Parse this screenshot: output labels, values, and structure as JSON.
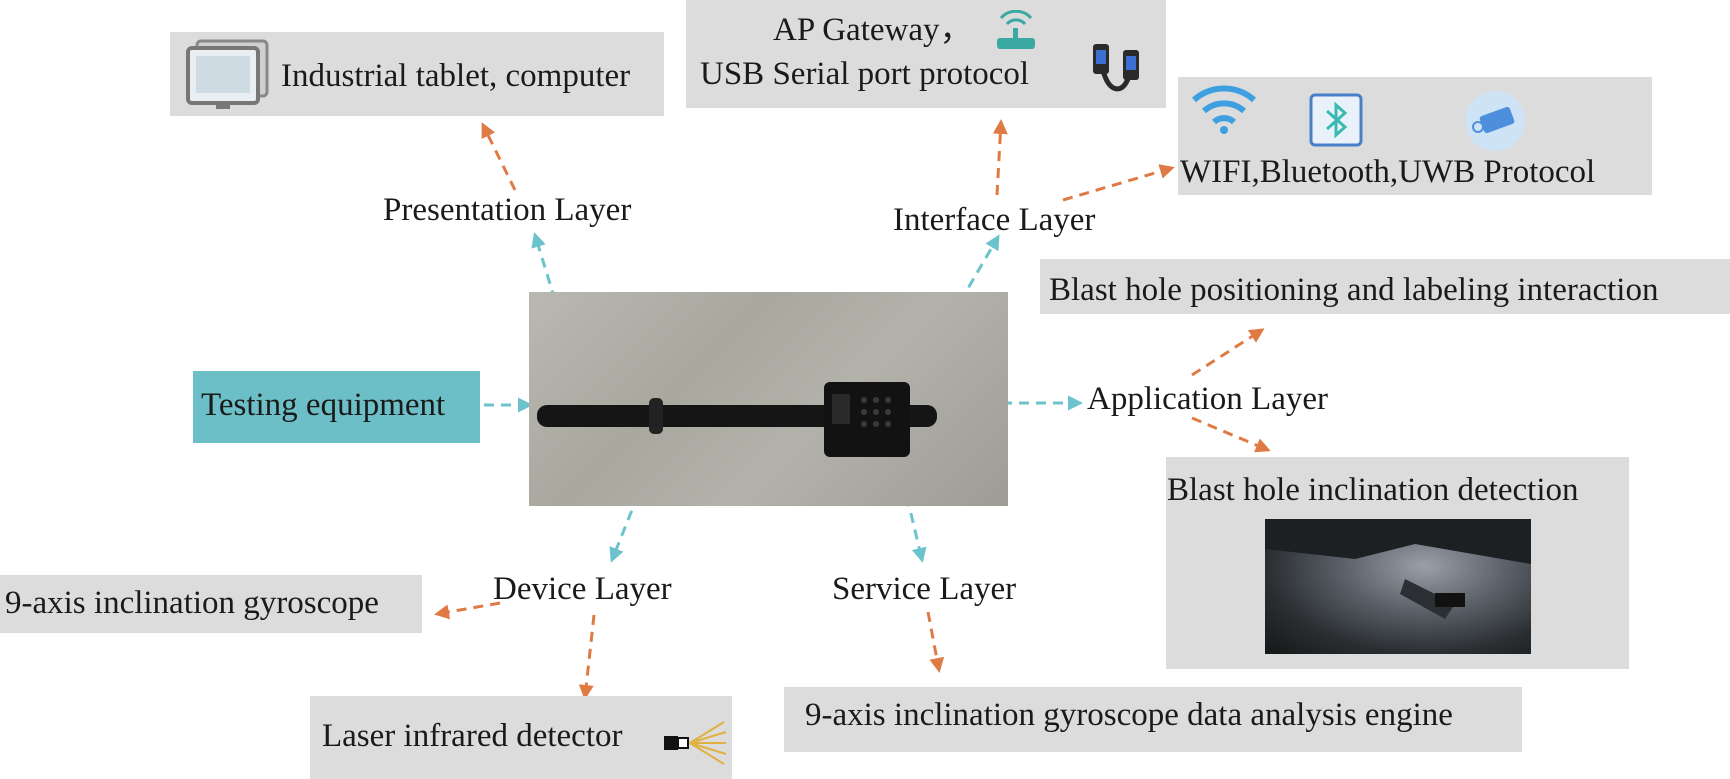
{
  "center": {
    "device_photo": "detector-device-photo"
  },
  "source": {
    "label": "Testing equipment",
    "color": "#6cbfc6"
  },
  "layers": {
    "presentation": "Presentation Layer",
    "interface": "Interface Layer",
    "application": "Application Layer",
    "device": "Device Layer",
    "service": "Service Layer"
  },
  "nodes": {
    "presentation_target": "Industrial tablet, computer",
    "gateway_line1": "AP Gateway，",
    "gateway_line2": "USB Serial port protocol",
    "wireless": "WIFI,Bluetooth,UWB Protocol",
    "positioning": "Blast hole positioning and labeling interaction",
    "inclination": "Blast hole inclination detection",
    "gyroscope": "9-axis inclination gyroscope",
    "laser": "Laser infrared detector",
    "engine": "9-axis inclination gyroscope data analysis engine"
  },
  "icons": {
    "monitor": "monitor-icon",
    "router": "router-icon",
    "usb": "usb-cable-icon",
    "wifi": "wifi-icon",
    "bluetooth": "bluetooth-icon",
    "uwb": "uwb-tag-icon",
    "laser": "laser-emitter-icon"
  },
  "colors": {
    "box_fill": "#dcdcdc",
    "arrow_teal": "#6cc3cc",
    "arrow_orange": "#e07a45"
  }
}
